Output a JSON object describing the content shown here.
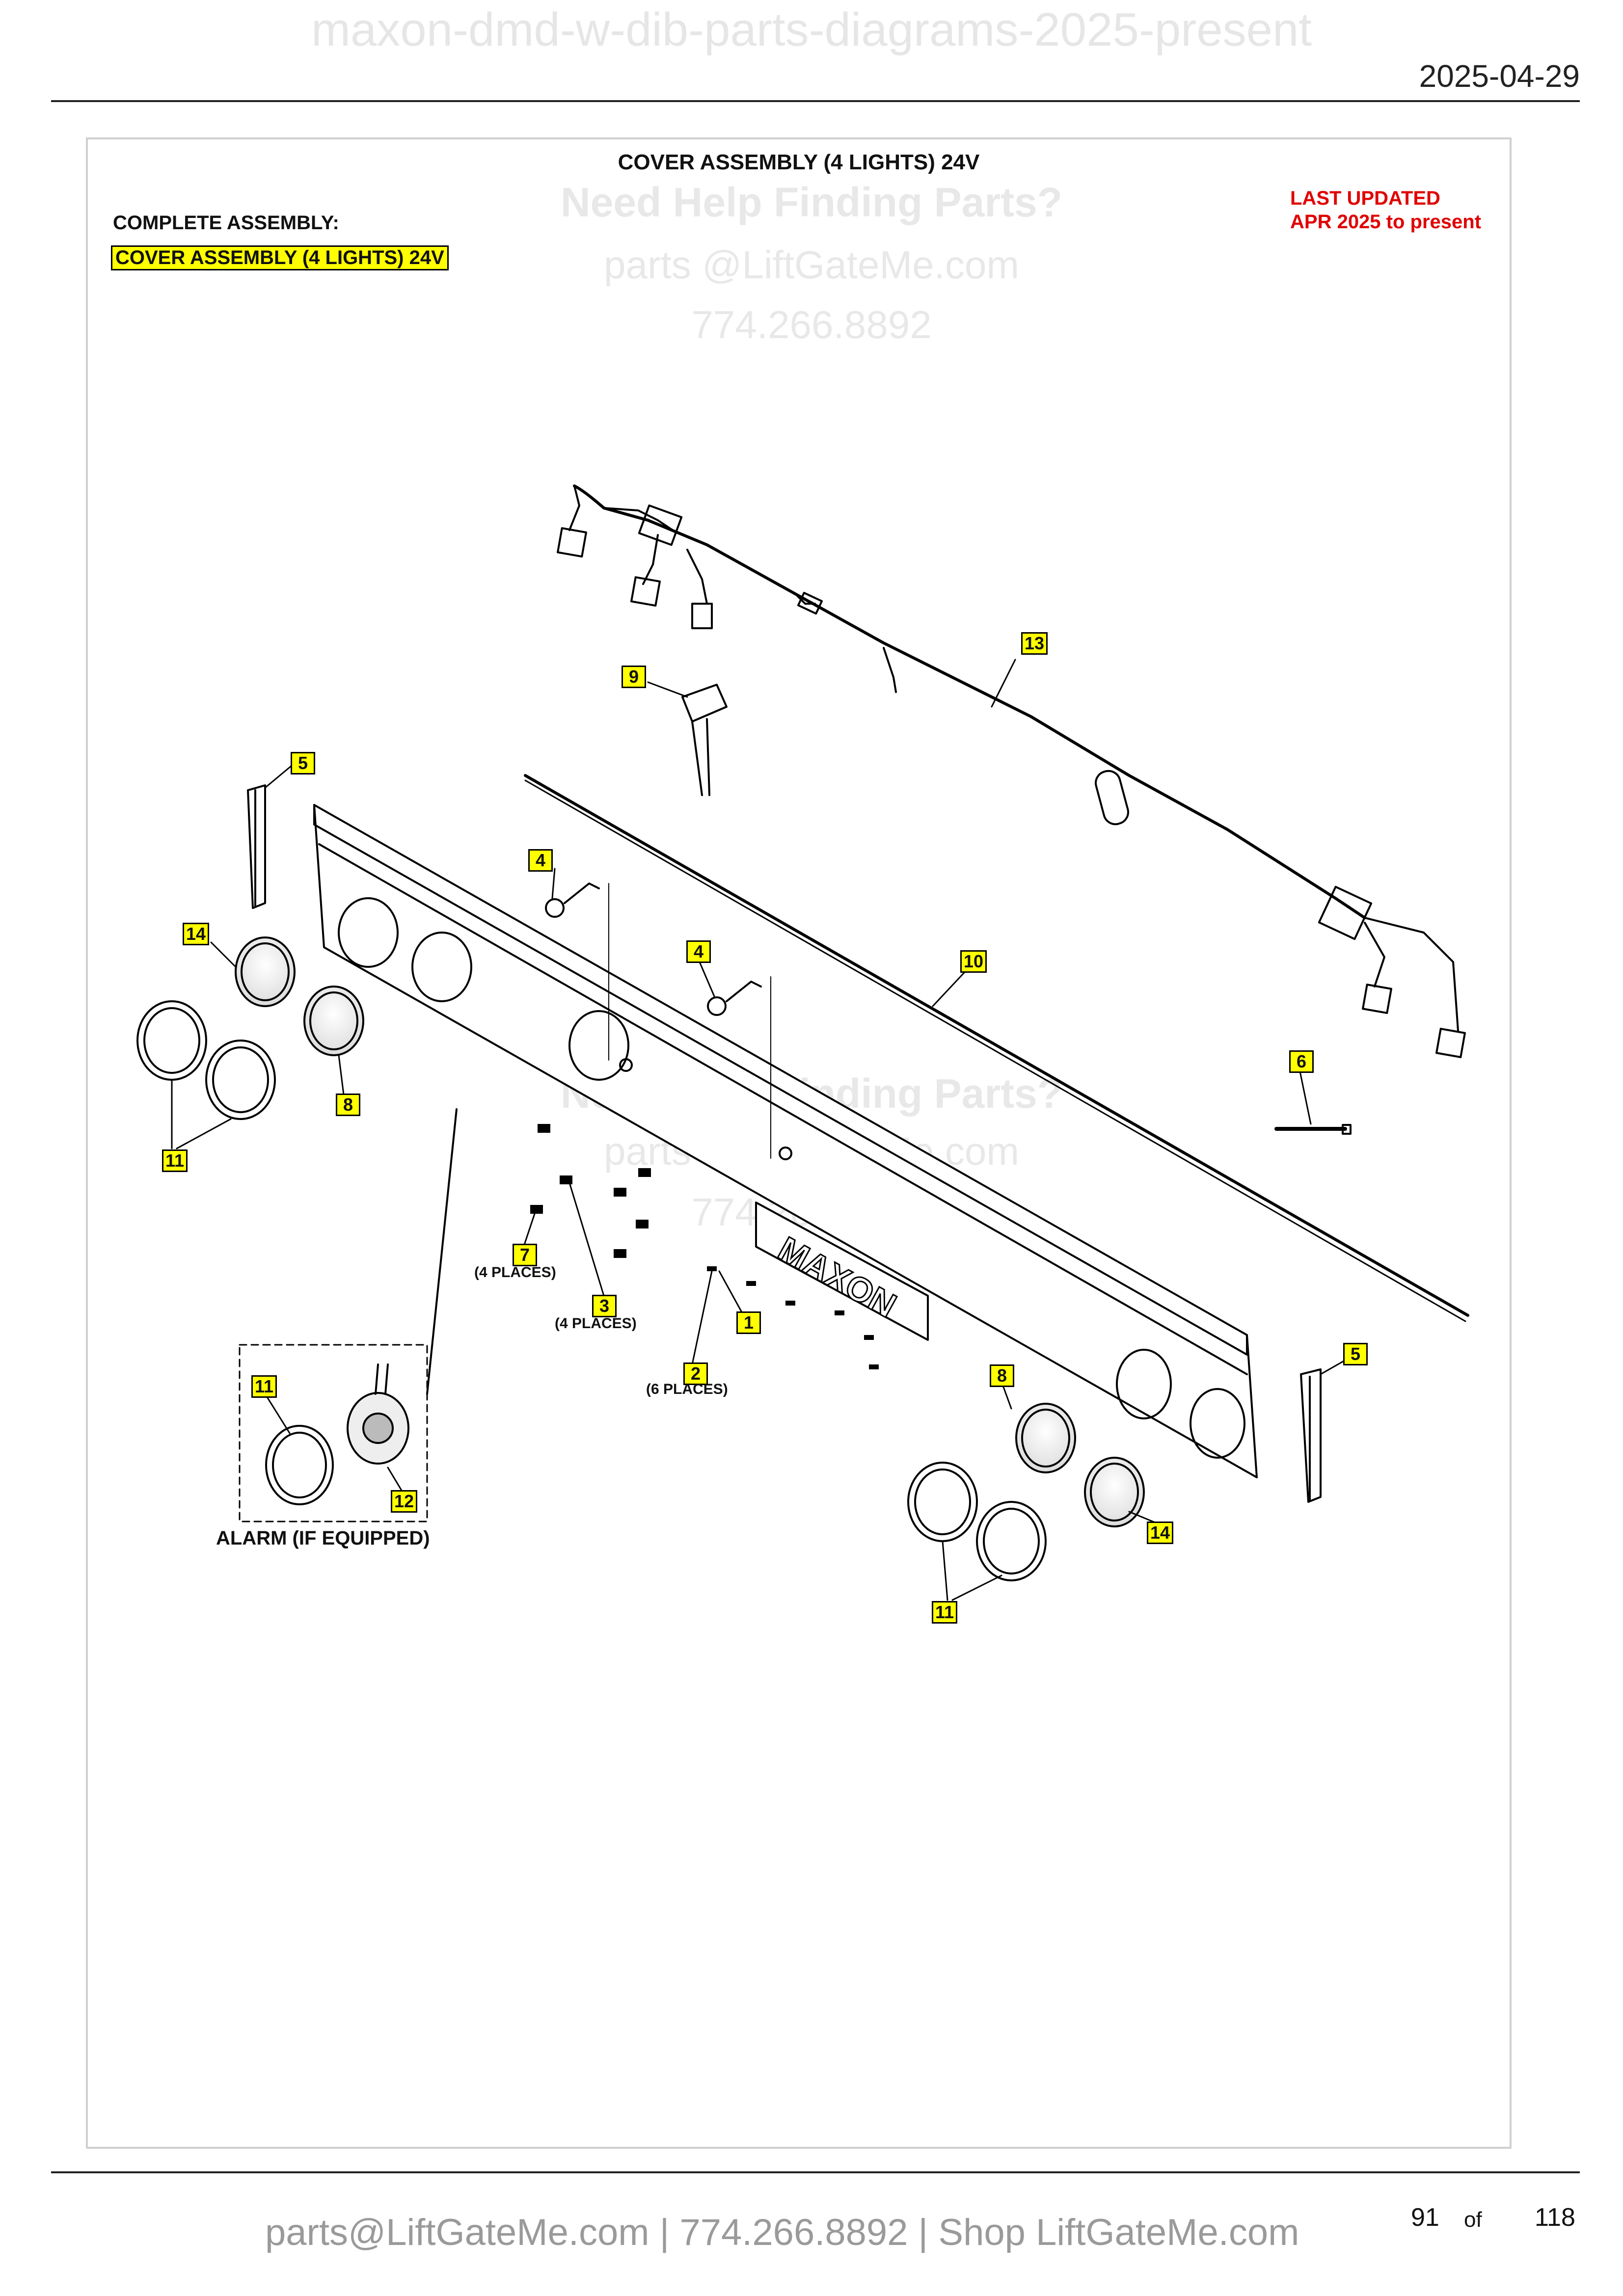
{
  "header": {
    "doc_title": "maxon-dmd-w-dib-parts-diagrams-2025-present",
    "date": "2025-04-29"
  },
  "drawing": {
    "title": "COVER ASSEMBLY (4 LIGHTS) 24V",
    "complete_assembly_label": "COMPLETE ASSEMBLY:",
    "complete_assembly_value": "COVER ASSEMBLY (4 LIGHTS) 24V",
    "last_updated_line1": "LAST UPDATED",
    "last_updated_line2": "APR 2025 to present",
    "brand_logo_text": "MAXON",
    "alarm_label": "ALARM (IF EQUIPPED)",
    "callouts": {
      "n1": "1",
      "n2": "2",
      "n3": "3",
      "n4a": "4",
      "n4b": "4",
      "n5a": "5",
      "n5b": "5",
      "n6": "6",
      "n7": "7",
      "n8a": "8",
      "n8b": "8",
      "n9": "9",
      "n10": "10",
      "n11a": "11",
      "n11b": "11",
      "n11c": "11",
      "n12": "12",
      "n13": "13",
      "n14a": "14",
      "n14b": "14"
    },
    "qty_notes": {
      "n7": "(4 PLACES)",
      "n3": "(4 PLACES)",
      "n2": "(6 PLACES)"
    }
  },
  "watermark": {
    "help_title": "Need Help Finding Parts?",
    "email": "parts @LiftGateMe.com",
    "phone": "774.266.8892"
  },
  "footer": {
    "contact": "parts@LiftGateMe.com | 774.266.8892 | Shop LiftGateMe.com",
    "page": "91",
    "of": "of",
    "total": "118"
  }
}
